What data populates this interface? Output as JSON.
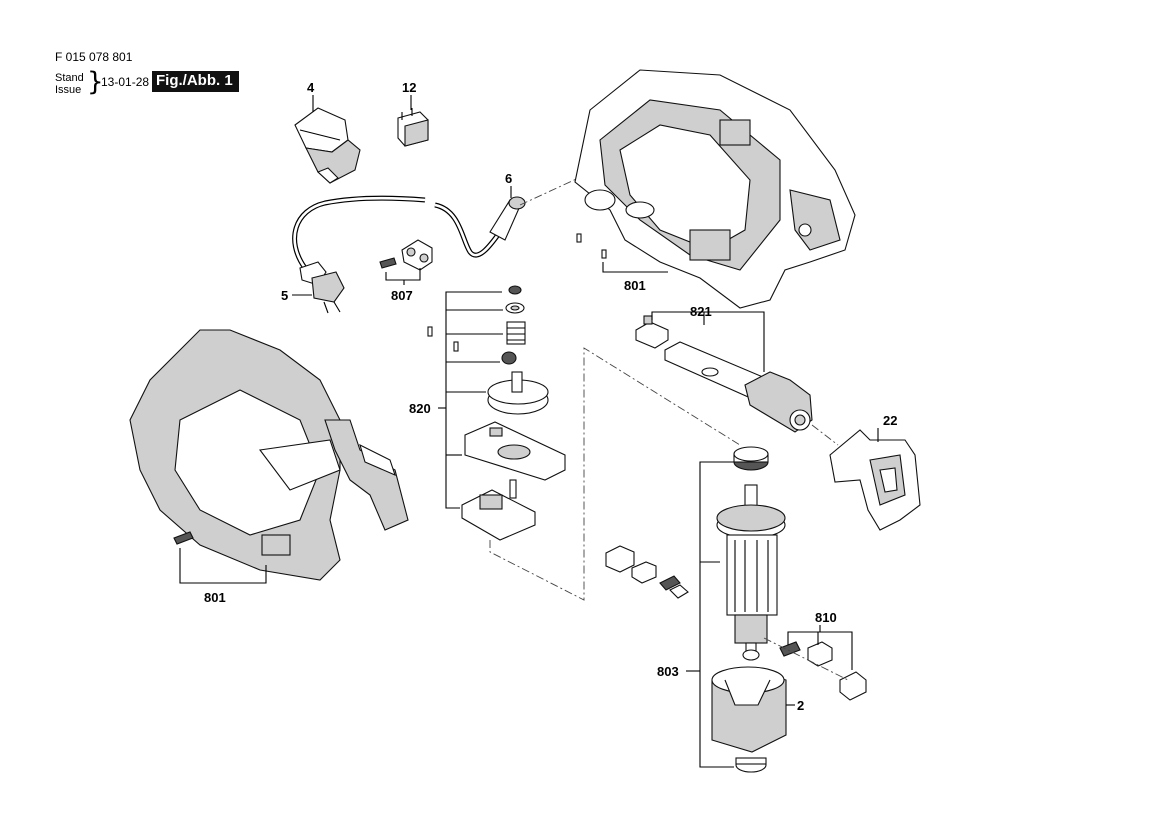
{
  "header": {
    "doc_number": "F 015 078 801",
    "stand_label": "Stand",
    "issue_label": "Issue",
    "brace": "}",
    "date": "13-01-28",
    "figure": "Fig./Abb. 1"
  },
  "callouts": {
    "c4": "4",
    "c12": "12",
    "c6": "6",
    "c5": "5",
    "c807": "807",
    "c801a": "801",
    "c801b": "801",
    "c820": "820",
    "c821": "821",
    "c22": "22",
    "c803": "803",
    "c810": "810",
    "c2": "2"
  }
}
